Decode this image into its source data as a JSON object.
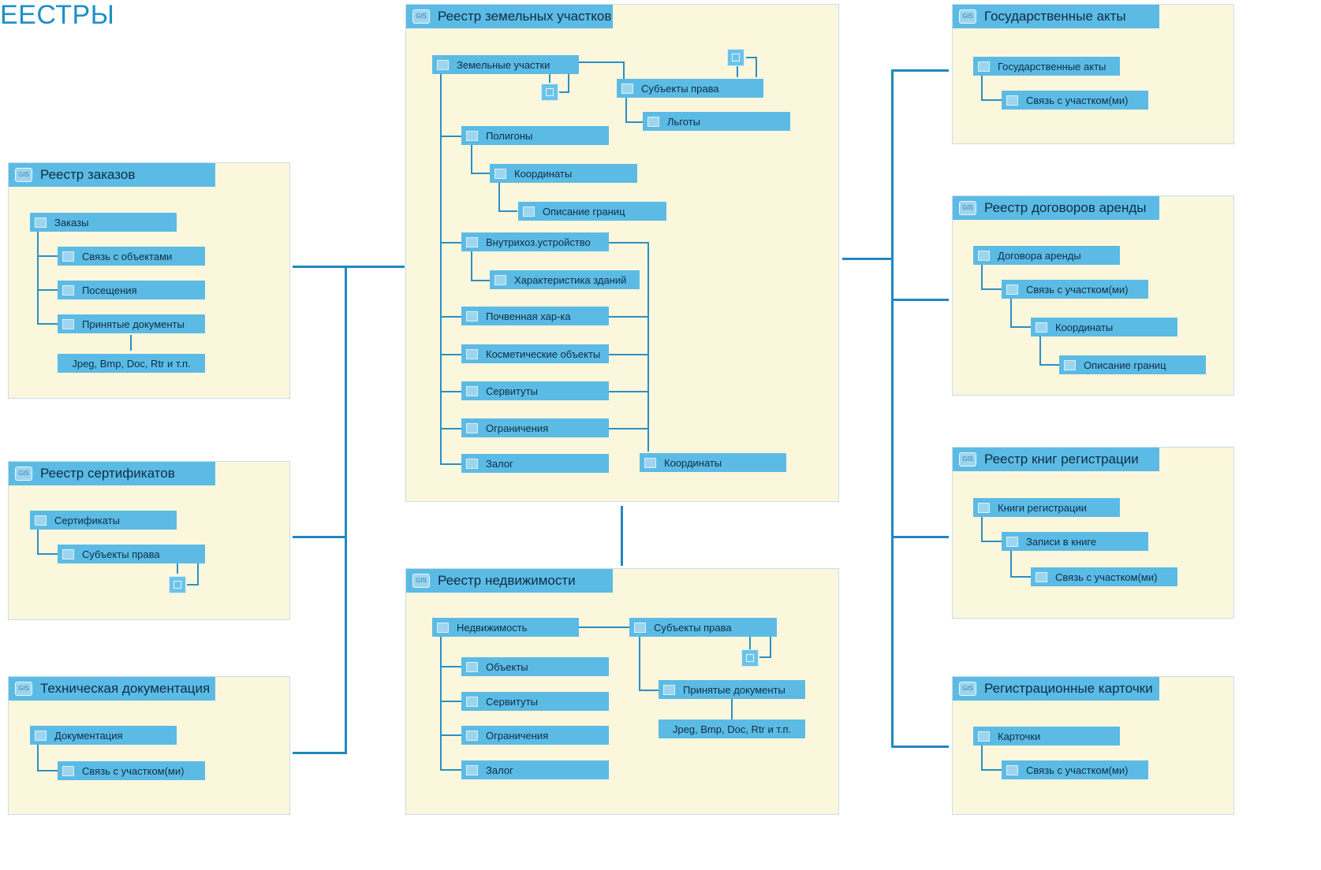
{
  "title": "ЕЕСТРЫ",
  "icon_label": "GIS",
  "panels": {
    "zemelnye": {
      "header": "Реестр земельных участков",
      "zemelnye_uchastki": "Земельные участки",
      "subekty_prava": "Субъекты права",
      "lgoty": "Льготы",
      "poligony": "Полигоны",
      "koordinaty": "Координаты",
      "opisanie_granic": "Описание границ",
      "vnutrikhoz": "Внутрихоз.устройство",
      "kharakteristika": "Характеристика зданий",
      "pochvennaya": "Почвенная хар-ка",
      "kosmeticheskie": "Косметические объекты",
      "servituty": "Сервитуты",
      "ogranicheniya": "Ограничения",
      "zalog": "Залог",
      "koordinaty2": "Координаты"
    },
    "zakazov": {
      "header": "Реестр заказов",
      "zakazy": "Заказы",
      "svyaz_objects": "Связь с объектами",
      "poseshcheniya": "Посещения",
      "prinyatye": "Принятые документы",
      "formats": "Jpeg, Bmp, Doc, Rtr и т.п."
    },
    "sertifikatov": {
      "header": "Реестр сертификатов",
      "sertifikaty": "Сертификаты",
      "subekty_prava": "Субъекты права"
    },
    "tekhdoc": {
      "header": "Техническая документация",
      "dokumentaciya": "Документация",
      "svyaz": "Связь с участком(ми)"
    },
    "nedvizhimosti": {
      "header": "Реестр недвижимости",
      "nedvizhimost": "Недвижимость",
      "subekty_prava": "Субъекты права",
      "obekty": "Объекты",
      "servituty": "Сервитуты",
      "ogranicheniya": "Ограничения",
      "zalog": "Залог",
      "prinyatye": "Принятые документы",
      "formats": "Jpeg, Bmp, Doc, Rtr и т.п."
    },
    "gosakty": {
      "header": "Государственные акты",
      "akty": "Государственные акты",
      "svyaz": "Связь с участком(ми)"
    },
    "arenda": {
      "header": "Реестр договоров аренды",
      "dogovora": "Договора аренды",
      "svyaz": "Связь с участком(ми)",
      "koordinaty": "Координаты",
      "opisanie": "Описание границ"
    },
    "knigi": {
      "header": "Реестр книг регистрации",
      "knigi": "Книги регистрации",
      "zapisi": "Записи в книге",
      "svyaz": "Связь с участком(ми)"
    },
    "kartochki": {
      "header": "Регистрационные карточки",
      "kartochki": "Карточки",
      "svyaz": "Связь с участком(ми)"
    }
  }
}
